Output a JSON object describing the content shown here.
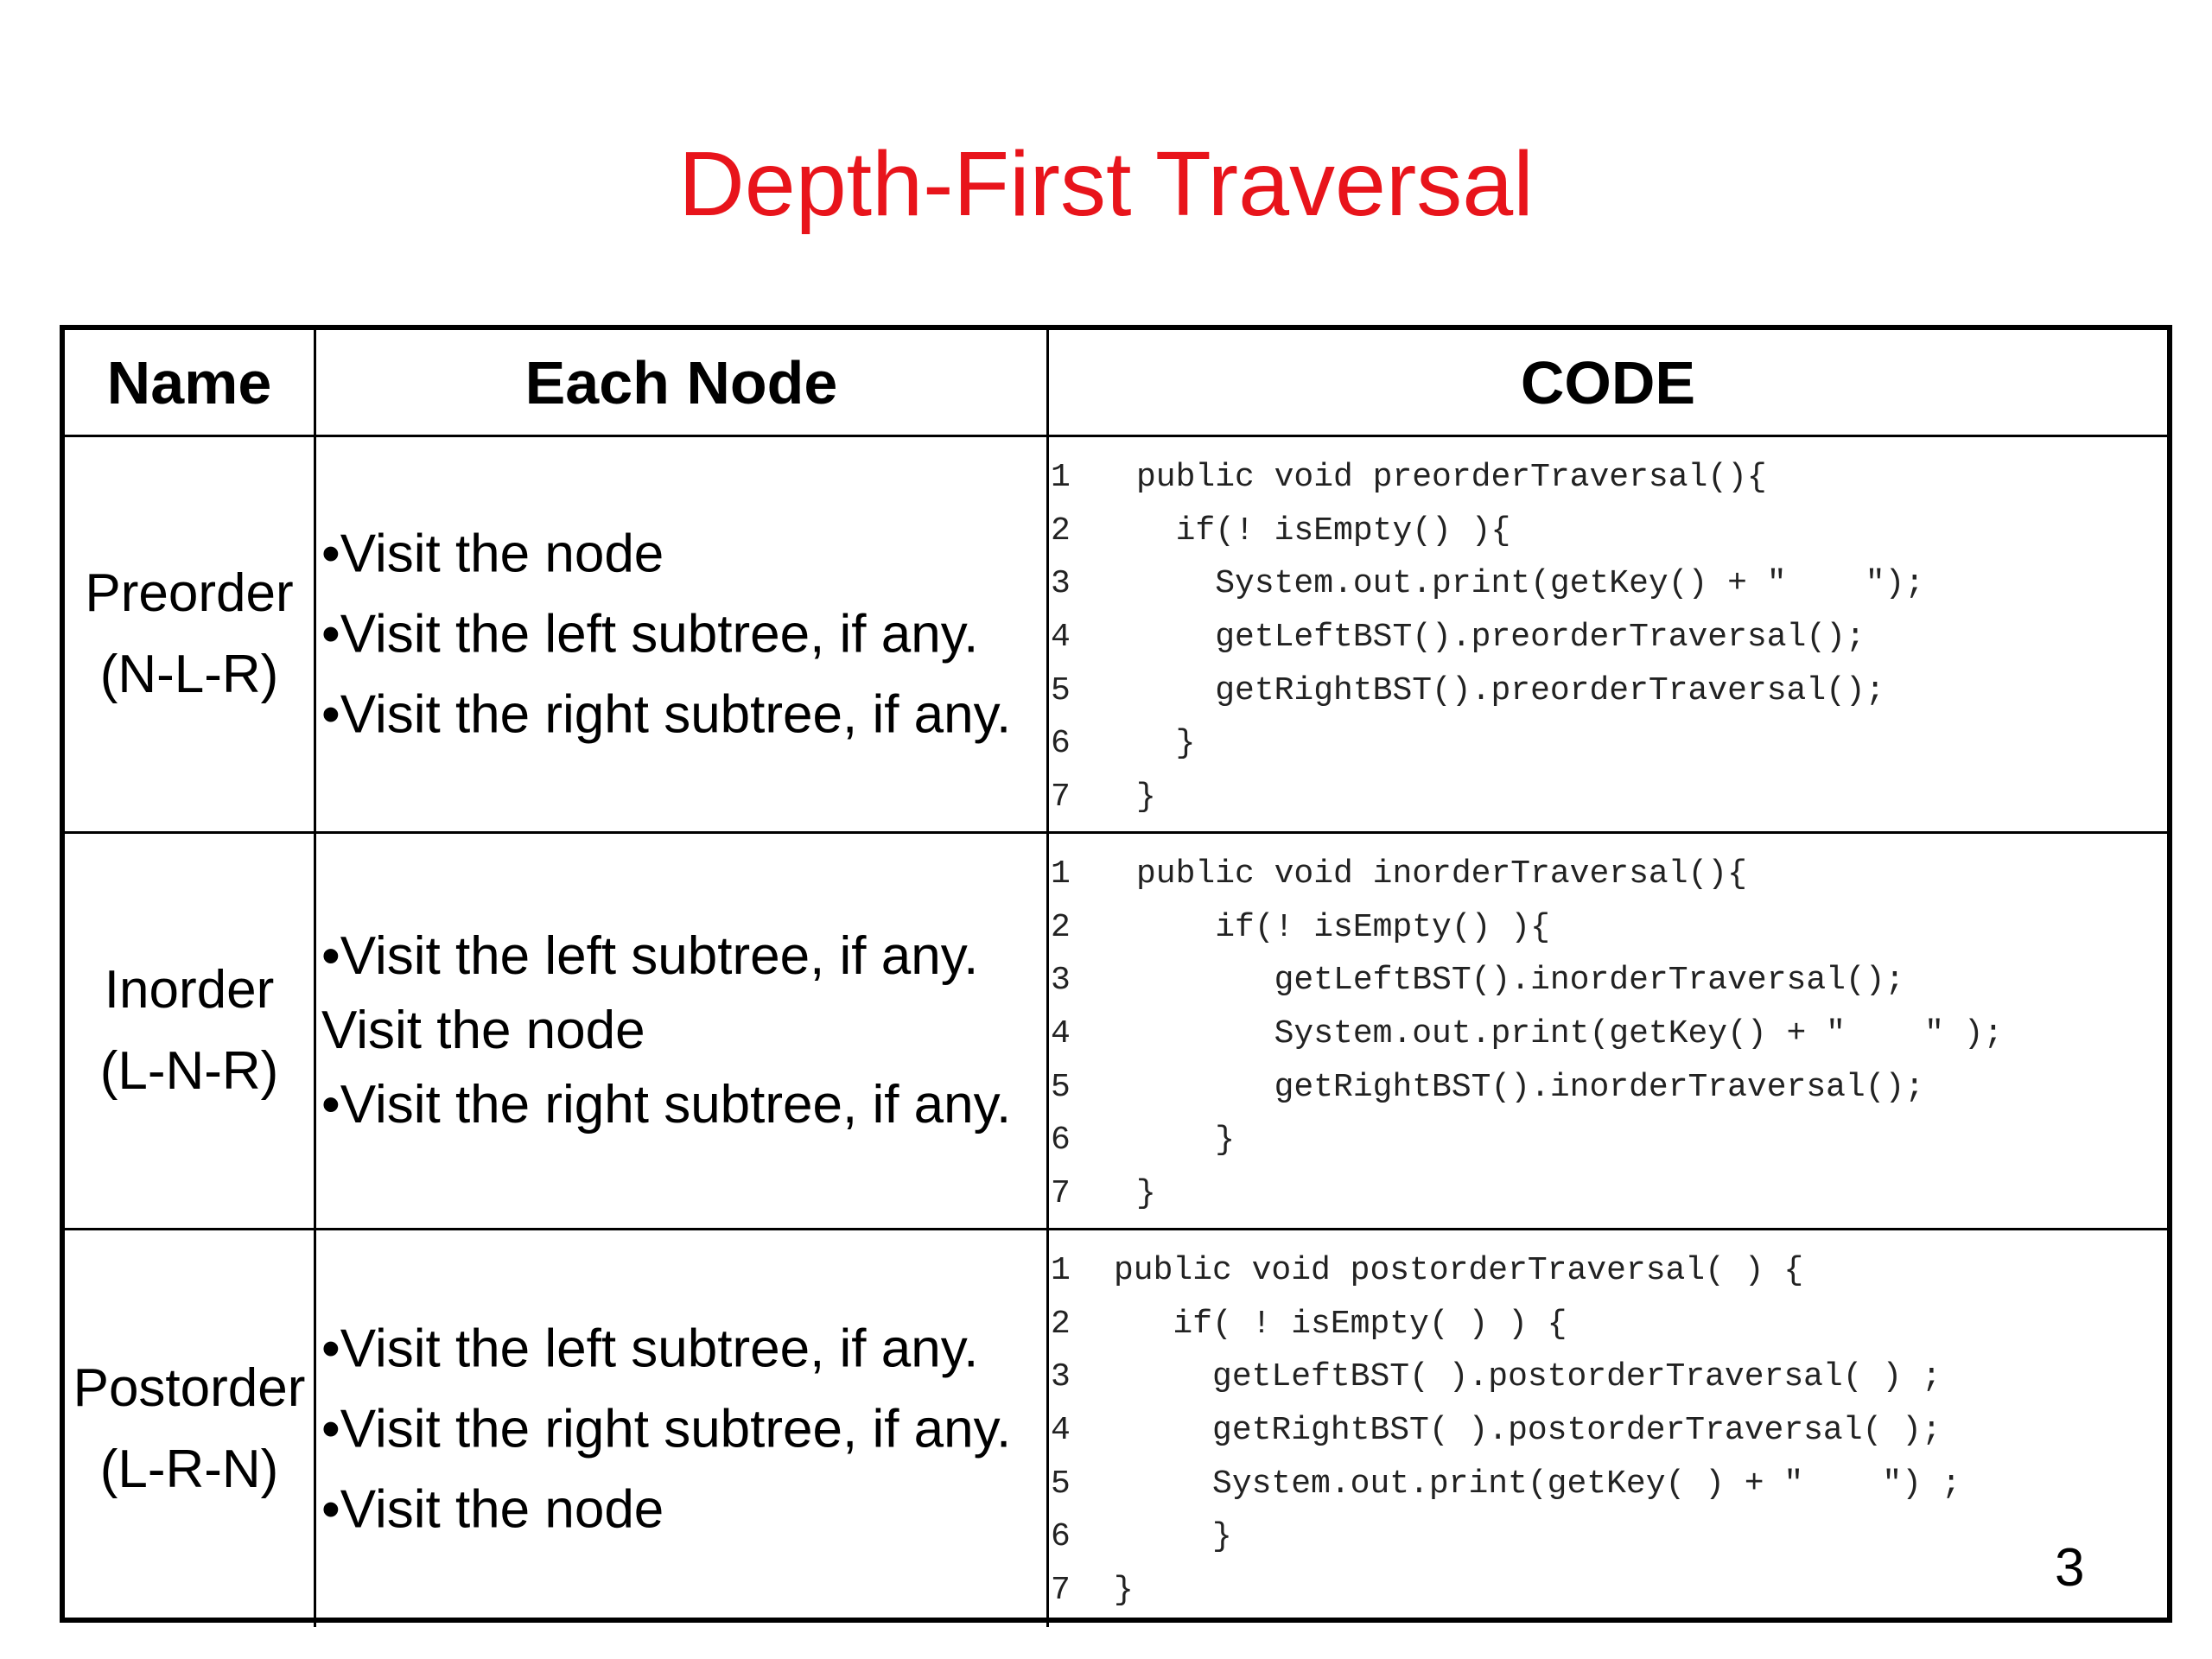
{
  "title": "Depth-First Traversal",
  "page_number": "3",
  "table": {
    "headers": [
      "Name",
      "Each Node",
      "CODE"
    ],
    "rows": [
      {
        "name": [
          "Preorder",
          "(N-L-R)"
        ],
        "steps": [
          "•Visit the node",
          "•Visit the left subtree, if any.",
          "•Visit the right subtree, if any."
        ],
        "code": [
          {
            "n": "1",
            "text": "public void preorderTraversal(){"
          },
          {
            "n": "2",
            "text": "  if(! isEmpty() ){"
          },
          {
            "n": "3",
            "text": "    System.out.print(getKey() + \"    \");"
          },
          {
            "n": "4",
            "text": "    getLeftBST().preorderTraversal();"
          },
          {
            "n": "5",
            "text": "    getRightBST().preorderTraversal();"
          },
          {
            "n": "6",
            "text": "  }"
          },
          {
            "n": "7",
            "text": "}"
          }
        ]
      },
      {
        "name": [
          "Inorder",
          "(L-N-R)"
        ],
        "steps": [
          "•Visit the left subtree, if any.",
          "Visit the node",
          "•Visit the right subtree, if any."
        ],
        "code": [
          {
            "n": "1",
            "text": "public void inorderTraversal(){"
          },
          {
            "n": "2",
            "text": "    if(! isEmpty() ){"
          },
          {
            "n": "3",
            "text": "       getLeftBST().inorderTraversal();"
          },
          {
            "n": "4",
            "text": "       System.out.print(getKey() + \"    \" );"
          },
          {
            "n": "5",
            "text": "       getRightBST().inorderTraversal();"
          },
          {
            "n": "6",
            "text": "    }"
          },
          {
            "n": "7",
            "text": "}"
          }
        ]
      },
      {
        "name": [
          "Postorder",
          "(L-R-N)"
        ],
        "steps": [
          "•Visit the left subtree, if any.",
          "•Visit the right subtree, if any.",
          "•Visit the node"
        ],
        "code": [
          {
            "n": "1",
            "text": "public void postorderTraversal( ) {"
          },
          {
            "n": "2",
            "text": "   if( ! isEmpty( ) ) {"
          },
          {
            "n": "3",
            "text": "     getLeftBST( ).postorderTraversal( ) ;"
          },
          {
            "n": "4",
            "text": "     getRightBST( ).postorderTraversal( );"
          },
          {
            "n": "5",
            "text": "     System.out.print(getKey( ) + \"    \") ;"
          },
          {
            "n": "6",
            "text": "     }"
          },
          {
            "n": "7",
            "text": "}"
          }
        ]
      }
    ]
  }
}
